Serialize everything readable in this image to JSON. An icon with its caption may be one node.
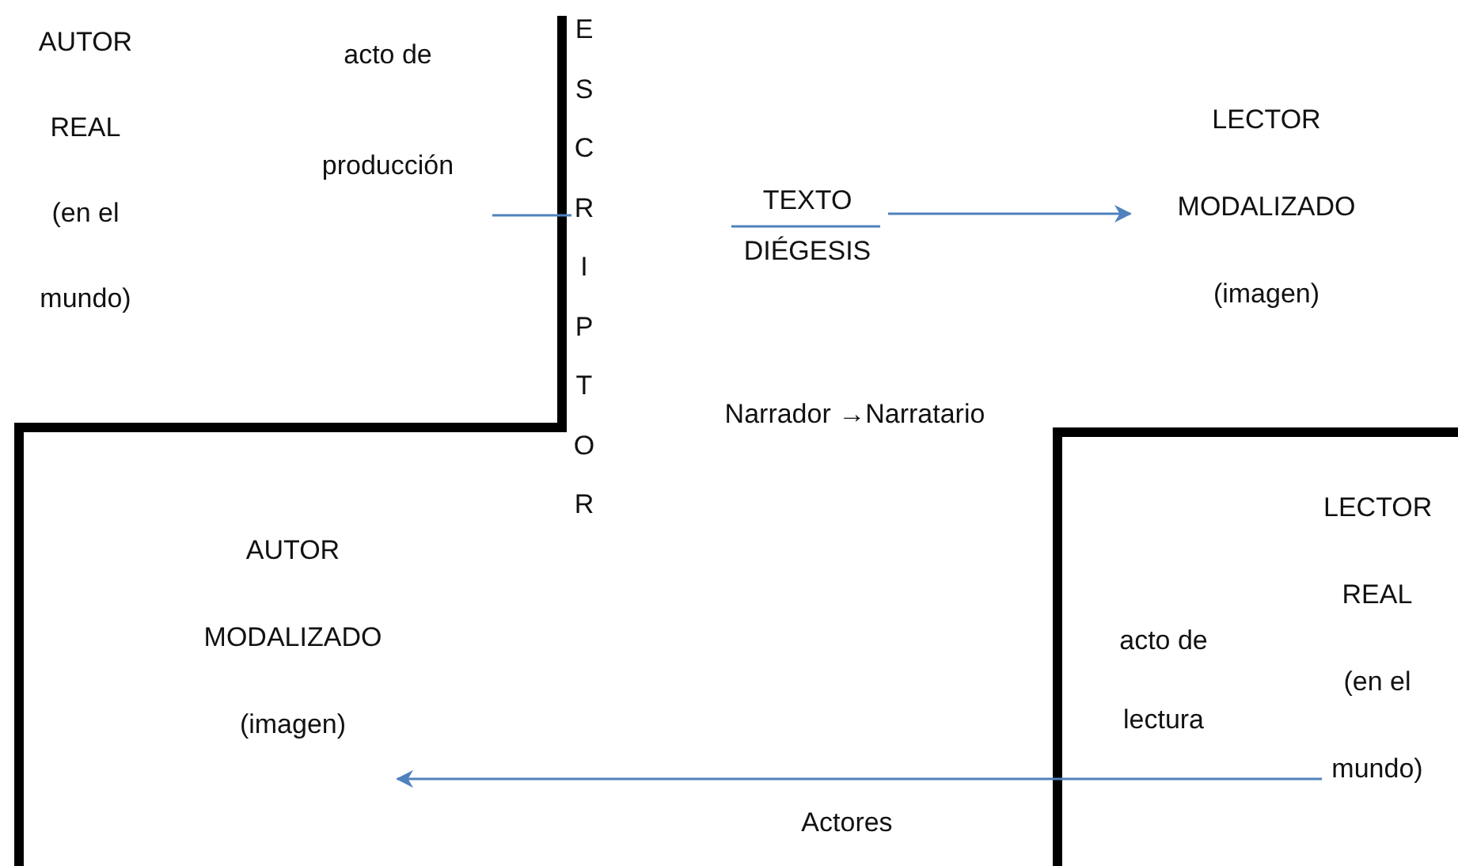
{
  "diagram": {
    "nodes": [
      {
        "text": [
          "acto de producción"
        ]
      },
      {
        "text": [
          "ESCRIPTOR"
        ]
      },
      {
        "text": [
          "TEXTO",
          "DIÉGESIS"
        ]
      },
      {
        "text": [
          "LECTOR MODALIZADO (imagen)"
        ]
      },
      {
        "text": [
          "AUTOR MODALIZADO (imagen)"
        ]
      },
      {
        "text": [
          "LECTOR REAL (en el mundo)"
        ]
      }
    ],
    "edges": [
      {
        "from": 0,
        "to": 1,
        "arrow": "none"
      },
      {
        "from": 2,
        "to": 3,
        "arrow": "to"
      },
      {
        "from": 5,
        "to": 4,
        "arrow": "to"
      }
    ],
    "labels": [
      "AUTOR REAL (en el mundo)",
      "Narrador →Narratario",
      "acto de lectura",
      "Actores"
    ]
  }
}
